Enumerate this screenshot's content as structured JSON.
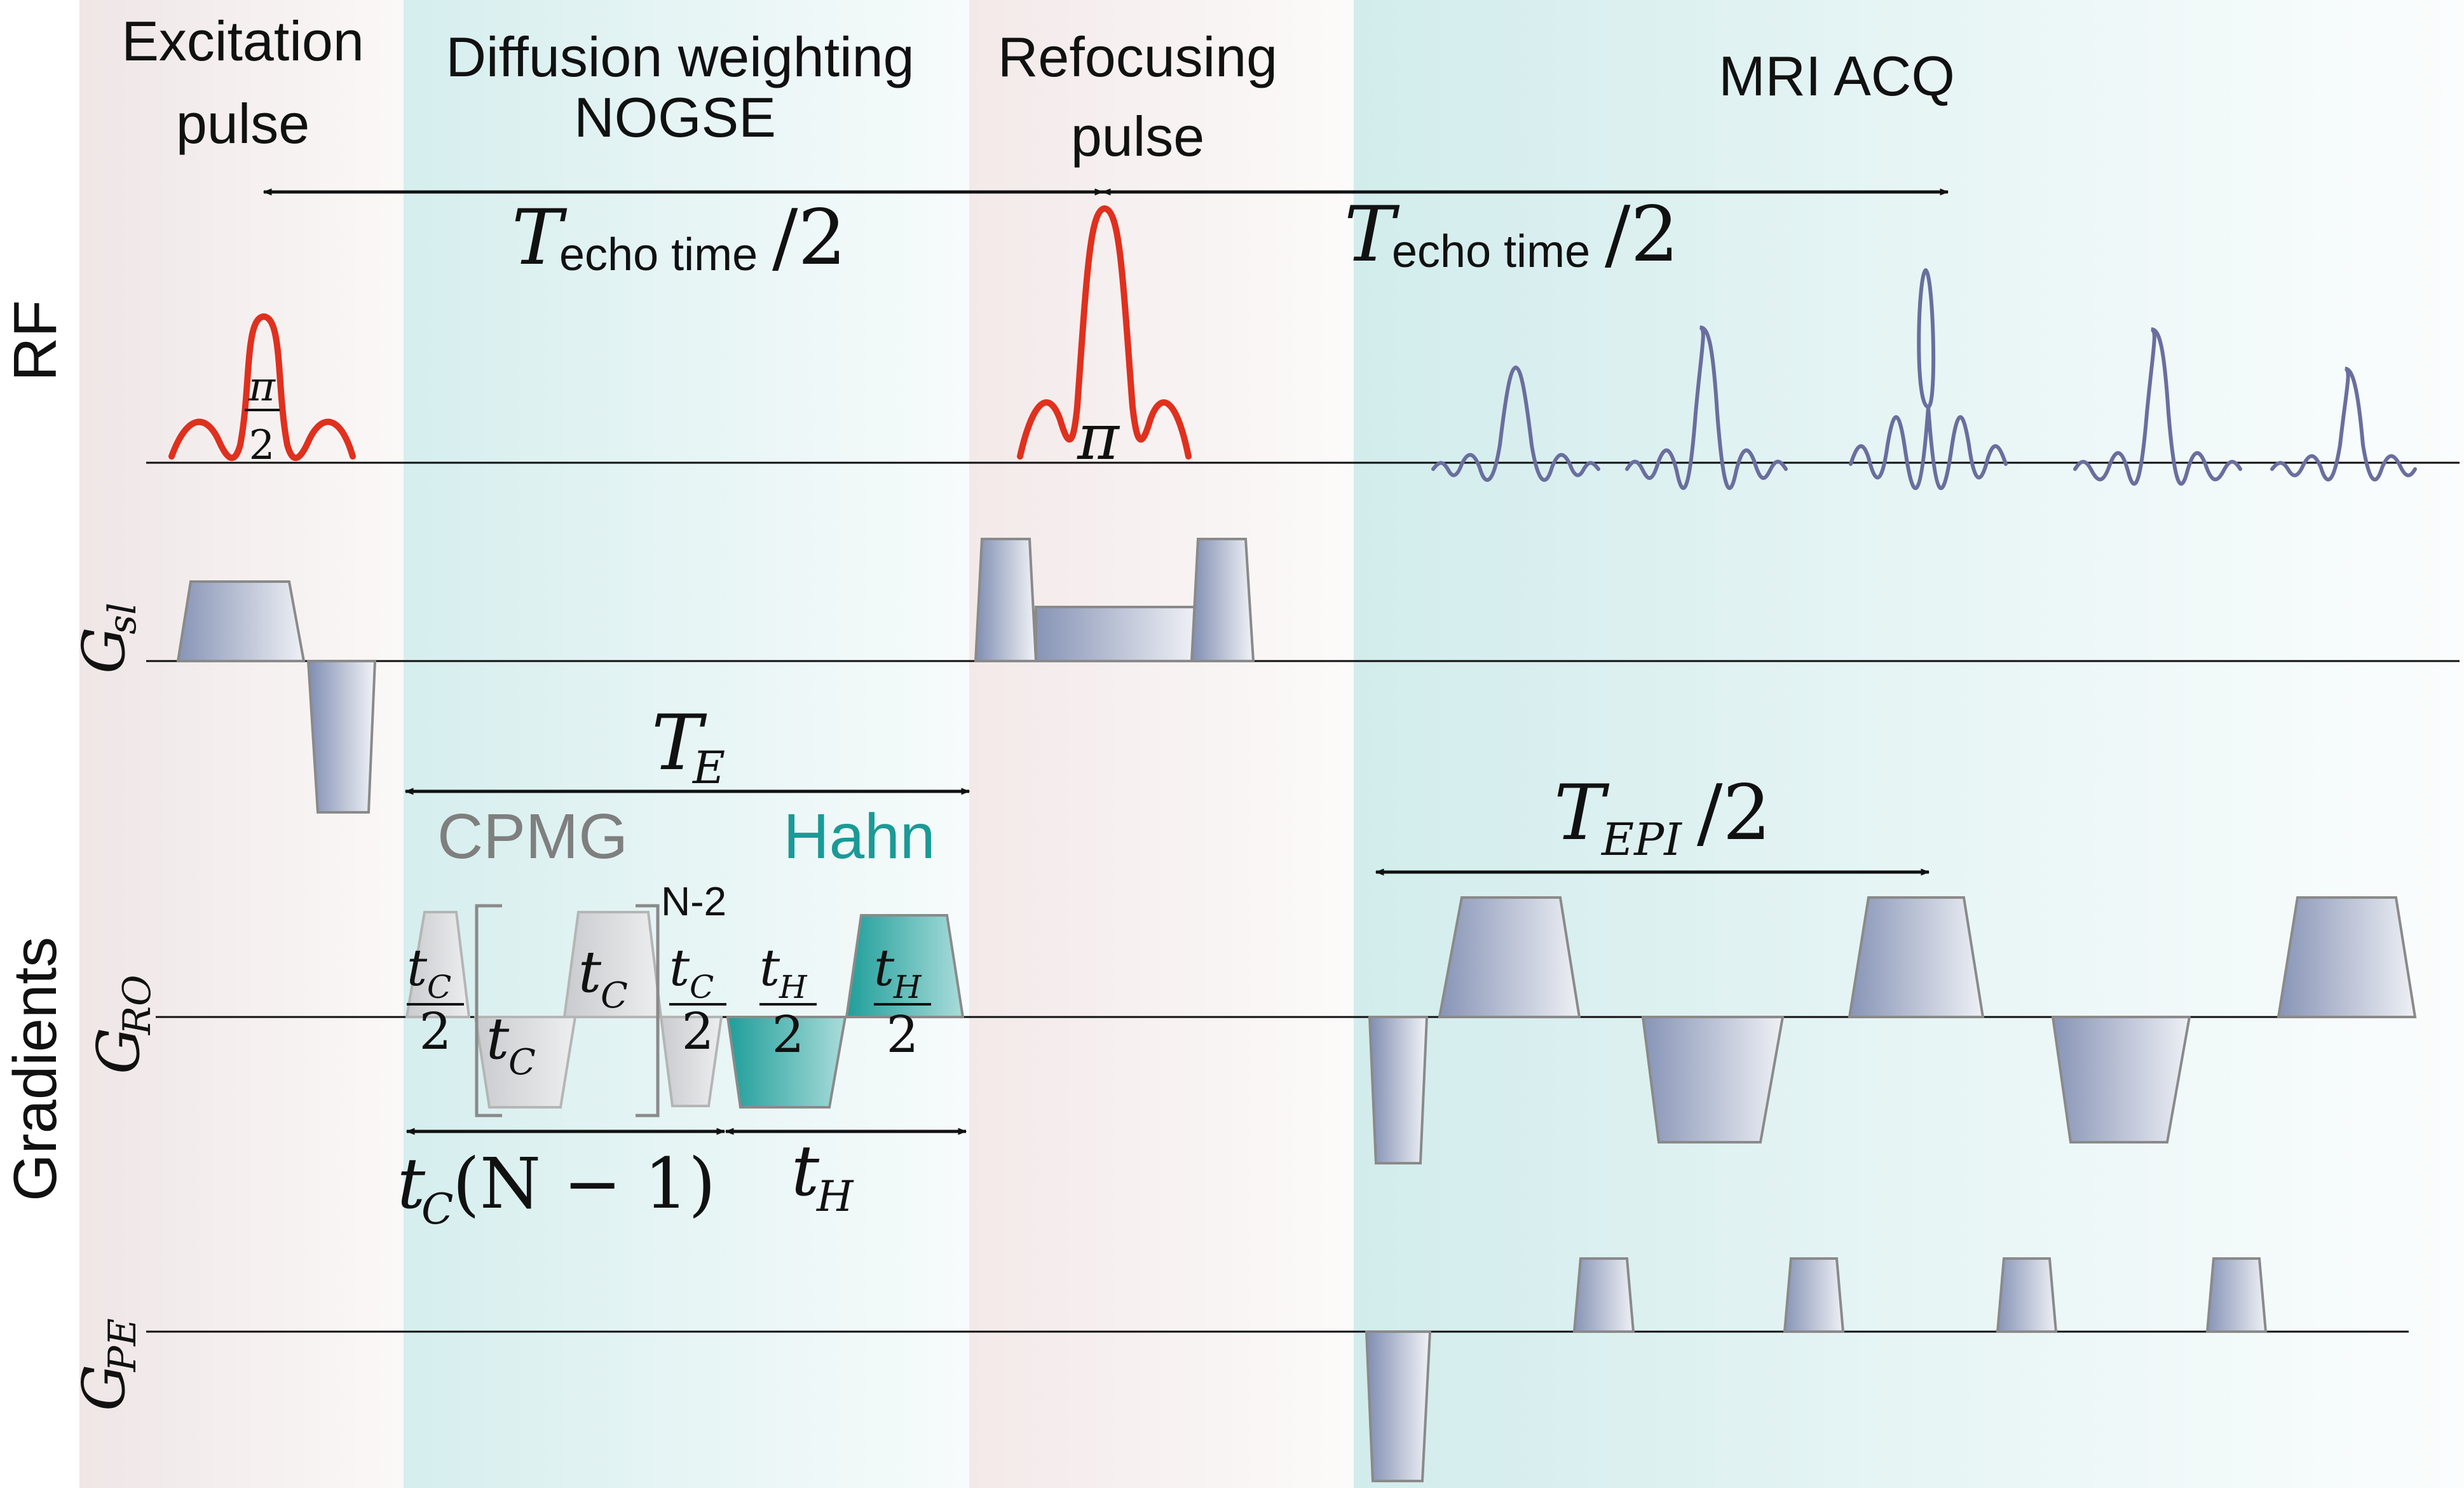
{
  "sections": {
    "excitation": [
      "Excitation",
      "pulse"
    ],
    "diffusion": [
      "Diffusion weighting",
      "NOGSE"
    ],
    "refocusing": [
      "Refocusing",
      "pulse"
    ],
    "acq": "MRI ACQ"
  },
  "echo_time": {
    "T": "T",
    "sub": "echo time",
    "tail": "/2"
  },
  "rows": {
    "rf": "RF",
    "gradients": "Gradients",
    "gsl": {
      "base": "G",
      "sub": "sl"
    },
    "gro": {
      "base": "G",
      "sub": "RO"
    },
    "gpe": {
      "base": "G",
      "sub": "PE"
    }
  },
  "pulse_labels": {
    "excitation_num": "π",
    "excitation_den": "2",
    "refocusing": "π"
  },
  "te": {
    "base": "T",
    "sub": "E"
  },
  "tepi": {
    "base": "T",
    "sub": "EPI",
    "tail": "/2"
  },
  "cpmg": "CPMG",
  "hahn": "Hahn",
  "repeat": "N-2",
  "tc": {
    "base": "t",
    "sub": "C",
    "den": "2"
  },
  "th": {
    "base": "t",
    "sub": "H",
    "den": "2"
  },
  "tc_total": {
    "base": "t",
    "sub": "C",
    "tail": "(N − 1)"
  },
  "th_total": {
    "base": "t",
    "sub": "H"
  },
  "colors": {
    "excitation_band": "#f4eeee",
    "diffusion_band": "#dff2f2",
    "refocusing_band": "#f7eeee",
    "acq_band": "#d8efef",
    "rf_pulse": "#e0301e",
    "echo_signal": "#6a6e9e",
    "gradient": "#8a97b8",
    "cpmg": "#7f7f7f",
    "hahn": "#1a9a96"
  }
}
